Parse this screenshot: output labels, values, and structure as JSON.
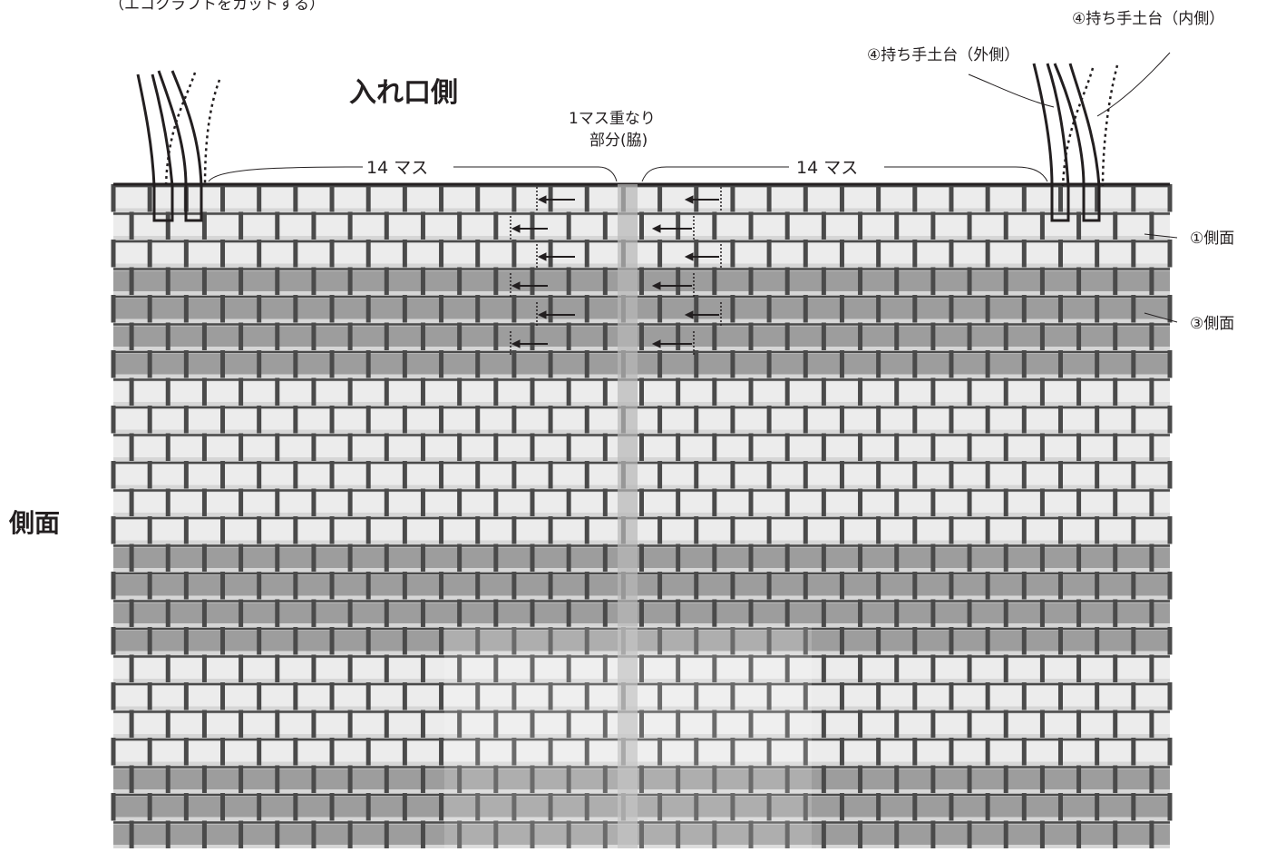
{
  "labels": {
    "top_note": "（エコクラフトをカットする）",
    "entrance_side": "入れ口側",
    "side_face": "側面",
    "count_left": "14 マス",
    "count_right": "14 マス",
    "overlap_line1": "1マス重なり",
    "overlap_line2": "部分(脇)",
    "handle_outer": "④持ち手土台（外側）",
    "handle_inner": "④持ち手土台（内側）",
    "side_1": "①側面",
    "side_3": "③側面"
  },
  "weave": {
    "rows": 24,
    "columns": 29,
    "row_shades": [
      "light",
      "light",
      "light",
      "dark",
      "dark",
      "dark",
      "dark",
      "light",
      "light",
      "light",
      "light",
      "light",
      "light",
      "dark",
      "dark",
      "dark",
      "dark",
      "light",
      "light",
      "light",
      "light",
      "dark",
      "dark",
      "dark"
    ],
    "colors": {
      "light_strip": "#ececec",
      "dark_strip": "#9d9d9d",
      "warp_bar": "#4a4a4a",
      "overlap_band": "#b8b8b8",
      "ink": "#231f20"
    }
  }
}
